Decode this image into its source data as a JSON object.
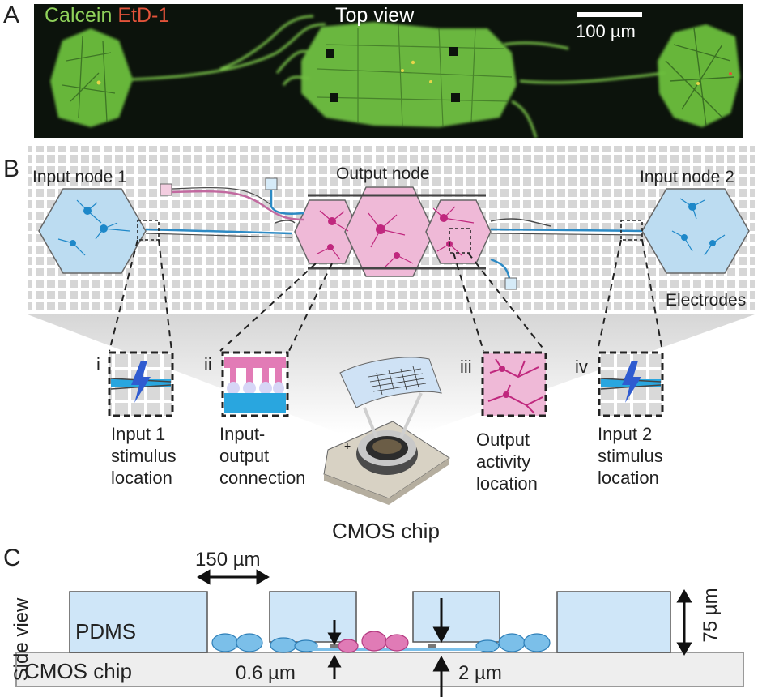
{
  "panel_a": {
    "letter": "A",
    "stain_1": "Calcein",
    "stain_2": "EtD-1",
    "title": "Top view",
    "scale_bar_label": "100 µm",
    "colors": {
      "calcein": "#8fd15a",
      "etd": "#e2533a",
      "background": "#0c130c"
    }
  },
  "panel_b": {
    "letter": "B",
    "input_node_1": "Input node 1",
    "output_node": "Output node",
    "input_node_2": "Input node 2",
    "electrodes": "Electrodes",
    "chip_label": "CMOS chip",
    "insets": [
      {
        "numeral": "i",
        "label_lines": [
          "Input 1",
          "stimulus",
          "location"
        ]
      },
      {
        "numeral": "ii",
        "label_lines": [
          "Input-",
          "output",
          "connection"
        ]
      },
      {
        "numeral": "iii",
        "label_lines": [
          "Output",
          "activity",
          "location"
        ]
      },
      {
        "numeral": "iv",
        "label_lines": [
          "Input 2",
          "stimulus",
          "location"
        ]
      }
    ],
    "colors": {
      "input_node": "#bcdcf1",
      "output_node": "#efb9d7",
      "neuron_blue": "#1e88c9",
      "neuron_pink": "#c0287e"
    }
  },
  "panel_c": {
    "letter": "C",
    "side_label": "Side view",
    "width_label": "150 µm",
    "height_label": "75 µm",
    "pdms_label": "PDMS",
    "chip_label": "CMOS chip",
    "gap_small": "0.6 µm",
    "gap_large": "2 µm",
    "colors": {
      "pdms": "#cfe6f8",
      "chip": "#eeeeee",
      "cell_blue": "#7bbfe9",
      "cell_pink": "#e07bb6"
    }
  }
}
